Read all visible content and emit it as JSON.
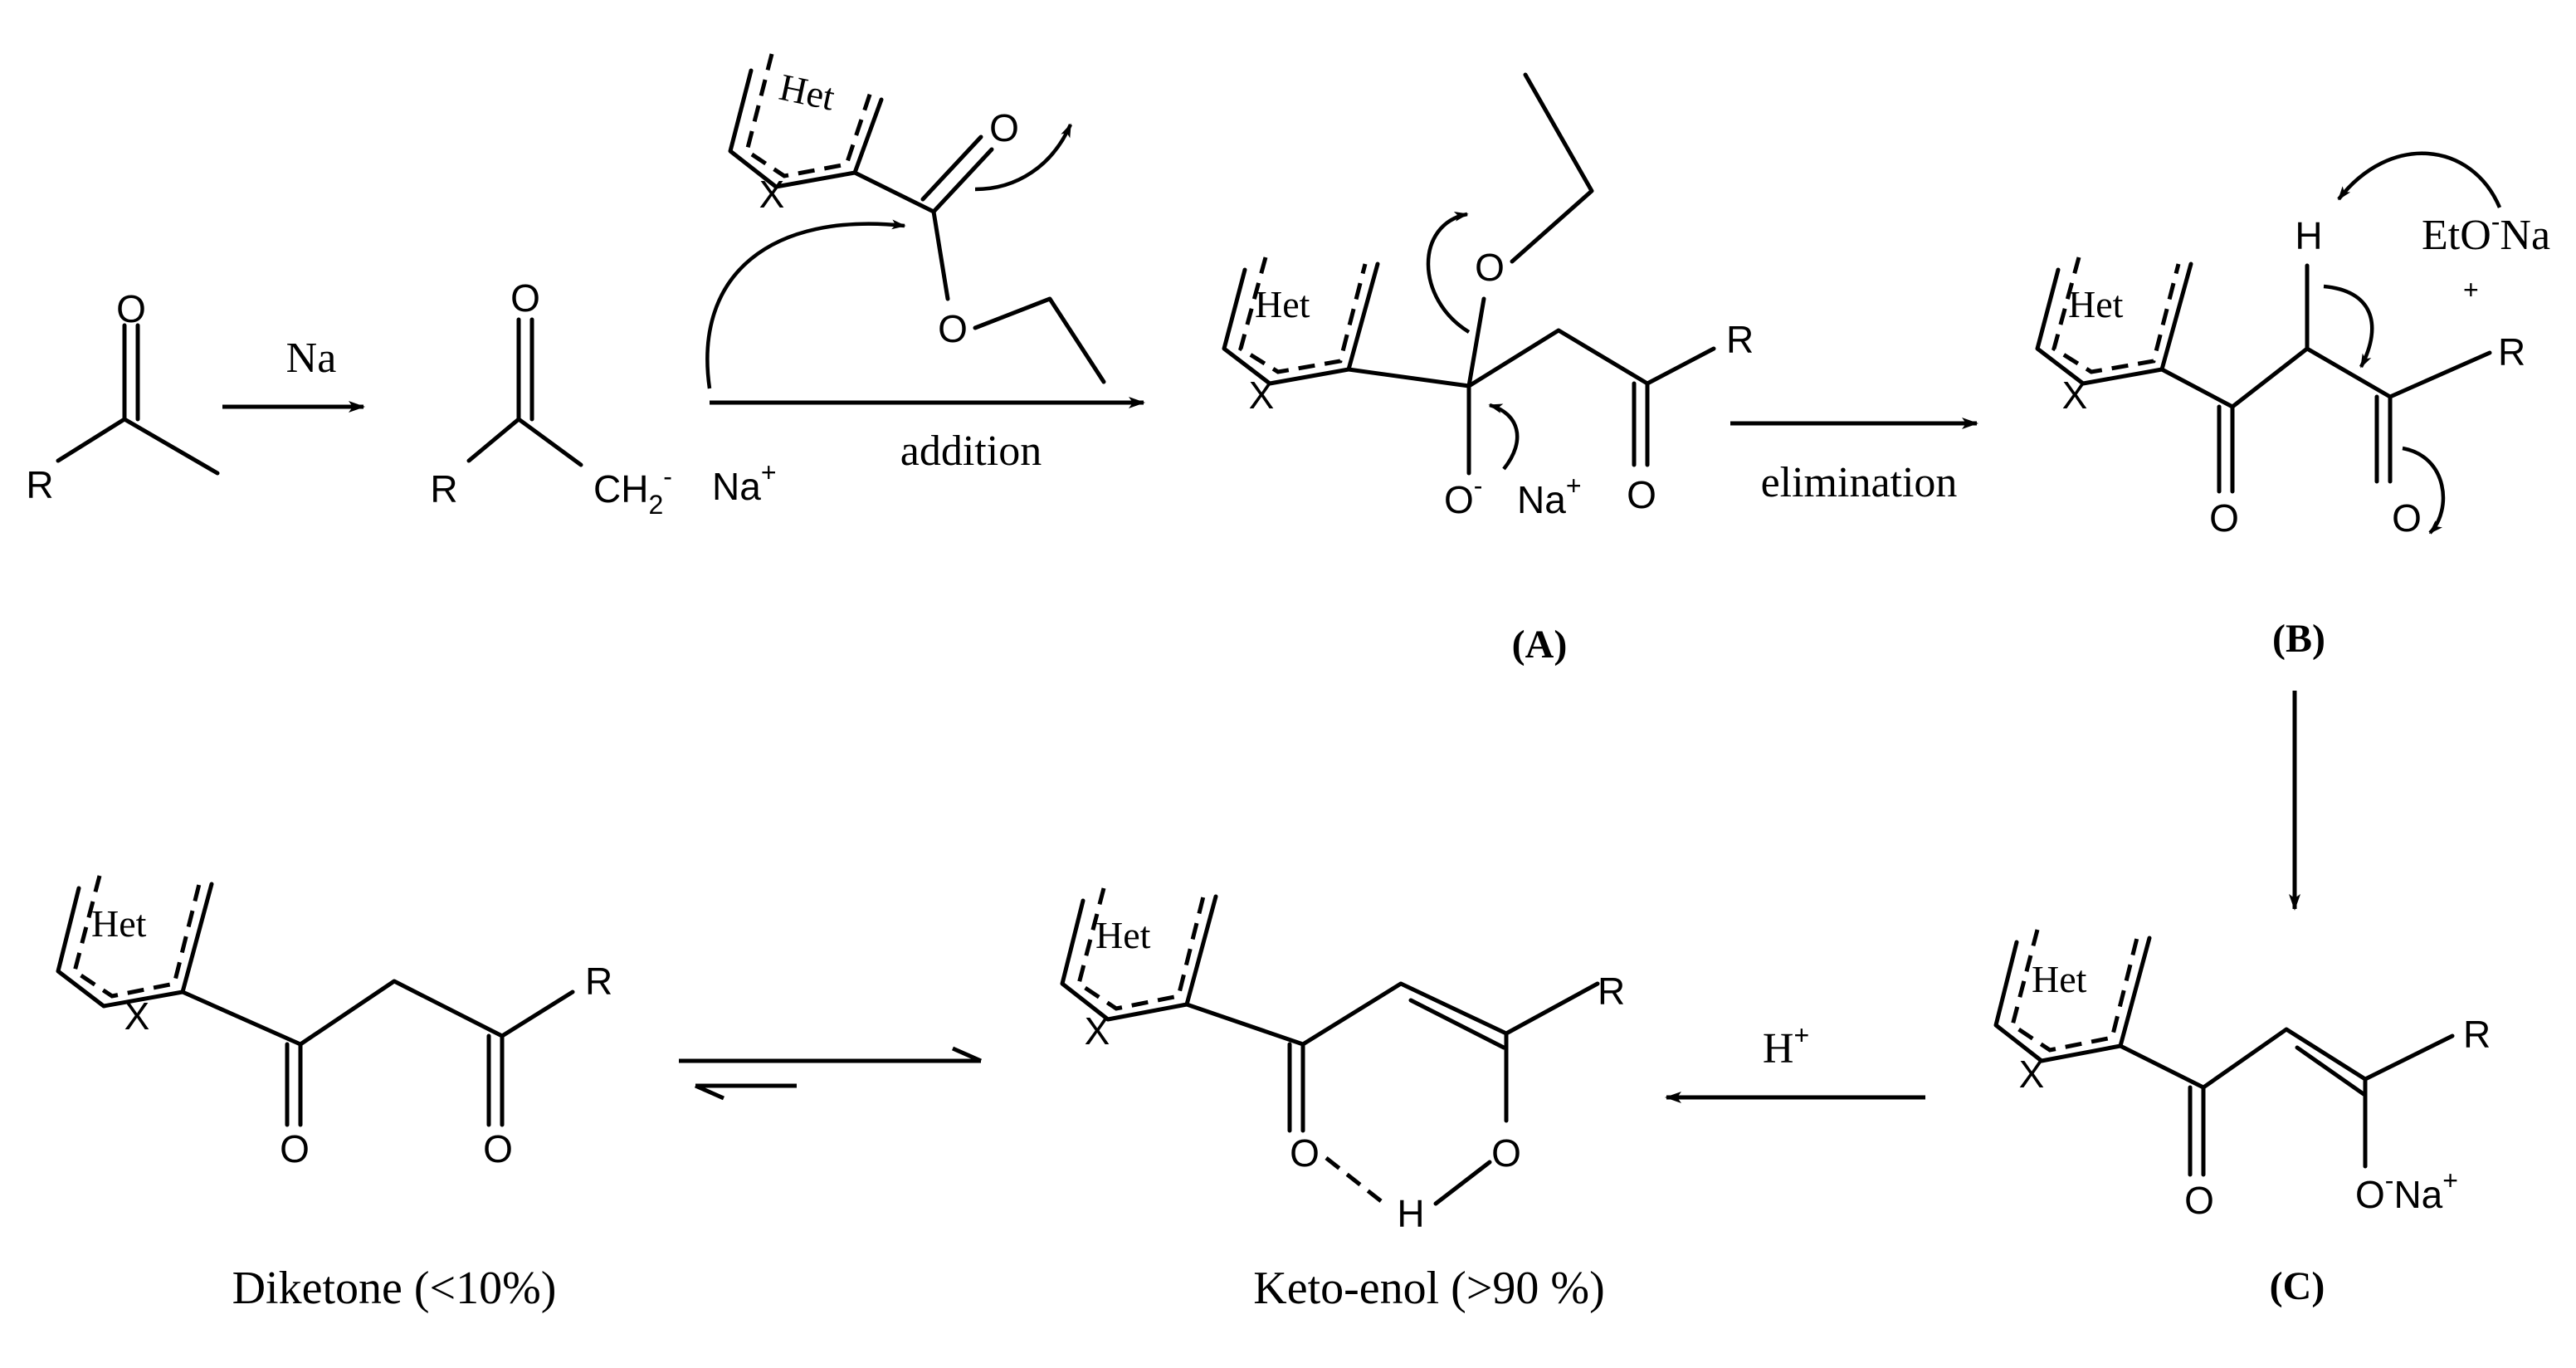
{
  "atoms": {
    "R": "R",
    "O": "O",
    "X": "X",
    "H": "H",
    "het": "Het",
    "ch2": "CH",
    "ch2_sub": "2",
    "minus": "-",
    "plus": "+",
    "na": "Na",
    "eto": "EtO",
    "eto_na": "Na"
  },
  "conditions": {
    "na": "Na",
    "addition": "addition",
    "elimination": "elimination",
    "acid": "H"
  },
  "labels": {
    "A": "(A)",
    "B": "(B)",
    "C": "(C)"
  },
  "captions": {
    "diketone": "Diketone (<10%)",
    "ketoenol": "Keto-enol (>90 %)"
  }
}
